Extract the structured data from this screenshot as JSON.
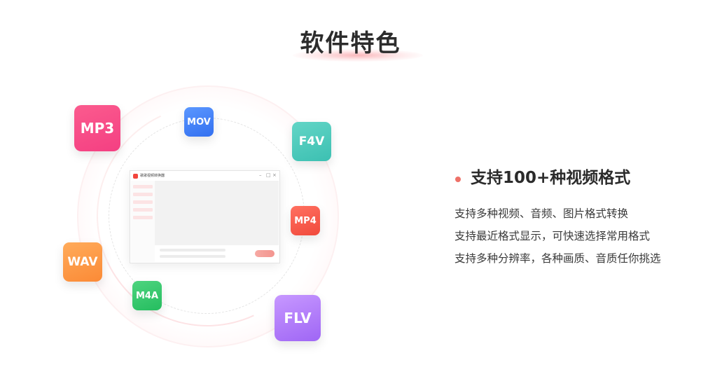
{
  "section": {
    "title": "软件特色"
  },
  "formats": [
    {
      "label": "MP3",
      "color_from": "#fb5b8e",
      "color_to": "#f43f82"
    },
    {
      "label": "MOV",
      "color_from": "#5b97ff",
      "color_to": "#3370f0"
    },
    {
      "label": "F4V",
      "color_from": "#63d5c6",
      "color_to": "#3cc0b2"
    },
    {
      "label": "MP4",
      "color_from": "#ff7060",
      "color_to": "#f14a3c"
    },
    {
      "label": "WAV",
      "color_from": "#ffab5a",
      "color_to": "#fb8a36"
    },
    {
      "label": "M4A",
      "color_from": "#4ed47f",
      "color_to": "#25bd5f"
    },
    {
      "label": "FLV",
      "color_from": "#c798ff",
      "color_to": "#9f66f5"
    }
  ],
  "app_window": {
    "title": "歌歌视频转换器",
    "minimize_glyph": "–",
    "maximize_glyph": "□",
    "close_glyph": "×",
    "logo_color": "#f2453d"
  },
  "feature": {
    "title": "支持100+种视频格式",
    "bullet_color": "#ee7168",
    "lines": [
      "支持多种视频、音频、图片格式转换",
      "支持最近格式显示，可快速选择常用格式",
      "支持多种分辨率，各种画质、音质任你挑选"
    ]
  }
}
